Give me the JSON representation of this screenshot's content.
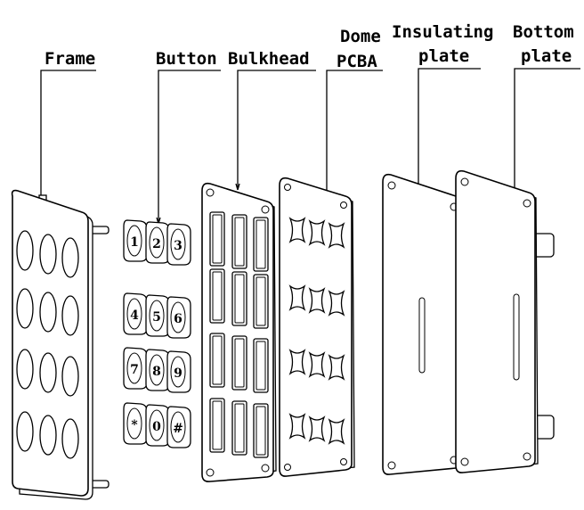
{
  "labels": {
    "frame": "Frame",
    "button": "Button",
    "bulkhead": "Bulkhead",
    "dome_line1": "Dome",
    "dome_line2": "PCBA",
    "insulating_line1": "Insulating",
    "insulating_line2": "plate",
    "bottom_line1": "Bottom",
    "bottom_line2": "plate"
  },
  "keys": [
    "1",
    "2",
    "3",
    "4",
    "5",
    "6",
    "7",
    "8",
    "9",
    "*",
    "0",
    "#"
  ],
  "colors": {
    "stroke": "#000000",
    "background": "#ffffff"
  }
}
